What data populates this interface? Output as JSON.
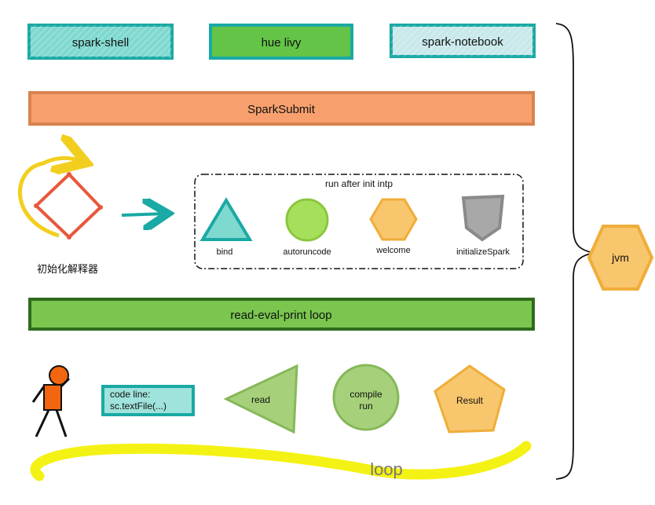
{
  "top_boxes": [
    {
      "label": "spark-shell",
      "fill": "#7fd9cf",
      "stroke": "#1aa9a4"
    },
    {
      "label": "hue livy",
      "fill": "#63c447",
      "stroke": "#1aa9a4"
    },
    {
      "label": "spark-notebook",
      "fill": "#c8e8ea",
      "stroke": "#1aa9a4"
    }
  ],
  "spark_submit": {
    "label": "SparkSubmit",
    "fill": "#f7a06e",
    "stroke": "#d9834d"
  },
  "init": {
    "label": "初始化解释器",
    "diamond_color": "#e9573c",
    "loop_arrow_color": "#f2cf1f",
    "arrow_color": "#1aa9a4"
  },
  "init_group": {
    "title": "run after init intp",
    "items": [
      {
        "label": "bind",
        "shape": "triangle",
        "fill": "#7fd9cf",
        "stroke": "#1aa9a4"
      },
      {
        "label": "autoruncode",
        "shape": "circle",
        "fill": "#a6df5a",
        "stroke": "#8cc63f"
      },
      {
        "label": "welcome",
        "shape": "hexagon",
        "fill": "#f8c66c",
        "stroke": "#f0ad3a"
      },
      {
        "label": "initializeSpark",
        "shape": "pentagon",
        "fill": "#a8a8a8",
        "stroke": "#8a8a8a"
      }
    ]
  },
  "repl": {
    "label": "read-eval-print loop",
    "fill": "#7ac64f",
    "stroke": "#2e6b1c"
  },
  "loop_row": {
    "code_line": "code line:",
    "code_text": "sc.textFile(...)",
    "code_fill": "#9fe3dc",
    "code_stroke": "#1aa9a4",
    "read": {
      "label": "read",
      "fill": "#a6d17a",
      "stroke": "#86b85a"
    },
    "compile": {
      "line1": "compile",
      "line2": "run",
      "fill": "#a6d17a",
      "stroke": "#86b85a"
    },
    "result": {
      "label": "Result",
      "fill": "#f8c66c",
      "stroke": "#f0ad3a"
    }
  },
  "loop": {
    "label": "loop",
    "color": "#f4f214",
    "stroke": "#d8d40a"
  },
  "jvm": {
    "label": "jvm",
    "fill": "#f8c66c",
    "stroke": "#f0ad3a"
  },
  "person": {
    "head": "#f2660f",
    "body": "#f2660f"
  }
}
